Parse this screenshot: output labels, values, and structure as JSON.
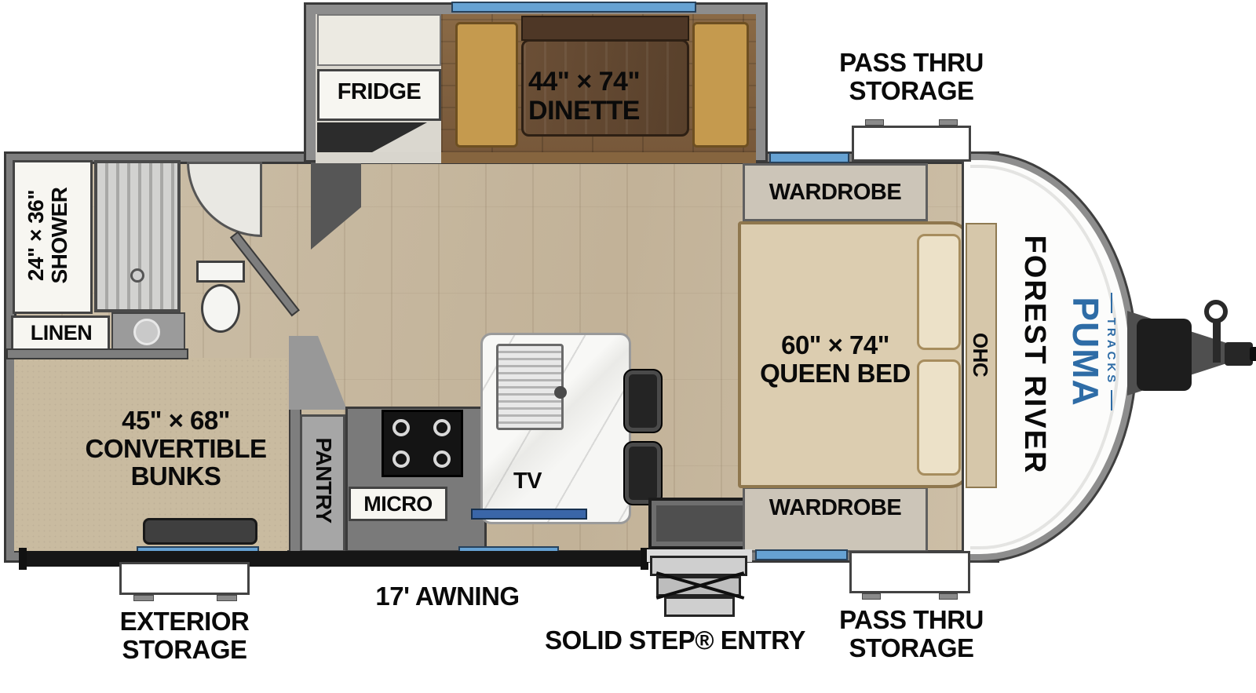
{
  "slide": {
    "fridge": "FRIDGE",
    "dinette_dims": "44\" × 74\"",
    "dinette_name": "DINETTE"
  },
  "bedroom": {
    "wardrobe_top": "WARDROBE",
    "wardrobe_bottom": "WARDROBE",
    "bed_dims": "60\" × 74\"",
    "bed_name": "QUEEN BED",
    "ohc": "OHC"
  },
  "bath": {
    "shower_dims": "24\" × 36\"",
    "shower_name": "SHOWER",
    "linen": "LINEN"
  },
  "bunk_room": {
    "dims": "45\" × 68\"",
    "label_line2": "CONVERTIBLE",
    "label_line3": "BUNKS"
  },
  "kitchen": {
    "pantry": "PANTRY",
    "micro": "MICRO",
    "tv": "TV"
  },
  "exterior": {
    "pass_thru_top_line1": "PASS THRU",
    "pass_thru_top_line2": "STORAGE",
    "pass_thru_bottom_line1": "PASS THRU",
    "pass_thru_bottom_line2": "STORAGE",
    "exterior_storage_line1": "EXTERIOR",
    "exterior_storage_line2": "STORAGE",
    "awning": "17' AWNING",
    "entry": "SOLID STEP® ENTRY"
  },
  "brand": {
    "manufacturer": "FOREST RIVER",
    "model": "PUMA",
    "series": "TRACKS"
  },
  "colors": {
    "window_blue": "#66a2d3",
    "brand_blue": "#2e6ca6",
    "floor_tan": "#cabca4",
    "bench_gold": "#c59a4e",
    "wall_gray": "#7e7e7e"
  }
}
